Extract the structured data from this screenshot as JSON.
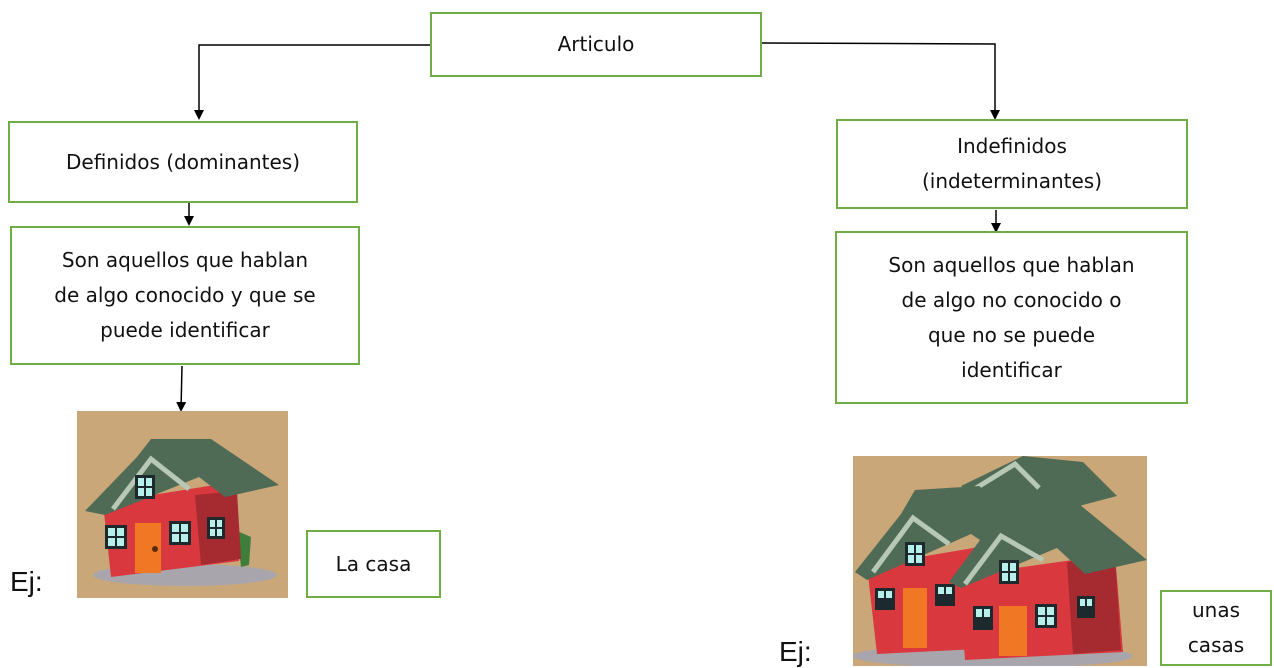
{
  "diagram": {
    "root": {
      "label": "Articulo"
    },
    "definidos": {
      "title": "Definidos (dominantes)",
      "description": "Son aquellos que hablan\nde algo conocido y que se\npuede identificar",
      "example_prefix": "Ej:",
      "example_label": "La casa",
      "picture": "single-red-house-picture"
    },
    "indefinidos": {
      "title": "Indefinidos\n(indeterminantes)",
      "description": "Son aquellos que hablan\nde algo no conocido o\nque no se puede\nidentificar",
      "example_prefix": "Ej:",
      "example_label": "unas\ncasas",
      "picture": "two-red-houses-picture"
    }
  },
  "colors": {
    "box_border": "#70ad47",
    "arrow": "#000000",
    "picture_background": "#c9a779",
    "house_wall": "#d9393e",
    "house_roof": "#4f6b55"
  }
}
